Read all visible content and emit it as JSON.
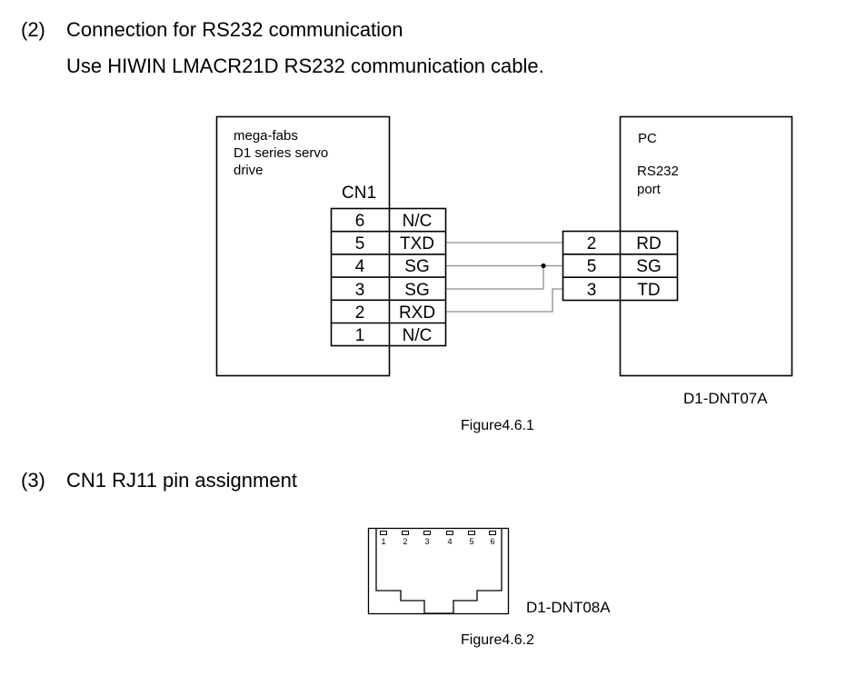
{
  "section2": {
    "number": "(2)",
    "title": "Connection for RS232 communication",
    "subtitle": "Use HIWIN LMACR21D RS232 communication cable."
  },
  "figure1": {
    "drive_label": [
      "mega-fabs",
      "D1 series servo",
      "drive"
    ],
    "connector_label": "CN1",
    "cn1_pins": [
      {
        "pin": "6",
        "signal": "N/C"
      },
      {
        "pin": "5",
        "signal": "TXD"
      },
      {
        "pin": "4",
        "signal": "SG"
      },
      {
        "pin": "3",
        "signal": "SG"
      },
      {
        "pin": "2",
        "signal": "RXD"
      },
      {
        "pin": "1",
        "signal": "N/C"
      }
    ],
    "pc_label": "PC",
    "pc_port_label": [
      "RS232",
      "port"
    ],
    "pc_pins": [
      {
        "pin": "2",
        "signal": "RD"
      },
      {
        "pin": "5",
        "signal": "SG"
      },
      {
        "pin": "3",
        "signal": "TD"
      }
    ],
    "connections": [
      {
        "from": "CN1-5 TXD",
        "to": "PC-2 RD"
      },
      {
        "from": "CN1-4 SG",
        "to": "PC-5 SG"
      },
      {
        "from": "CN1-3 SG",
        "to": "PC-5 SG"
      },
      {
        "from": "CN1-2 RXD",
        "to": "PC-3 TD"
      }
    ],
    "part_number": "D1-DNT07A",
    "caption": "Figure4.6.1"
  },
  "section3": {
    "number": "(3)",
    "title": "CN1 RJ11 pin assignment"
  },
  "figure2": {
    "pin_numbers": [
      "1",
      "2",
      "3",
      "4",
      "5",
      "6"
    ],
    "part_number": "D1-DNT08A",
    "caption": "Figure4.6.2"
  }
}
